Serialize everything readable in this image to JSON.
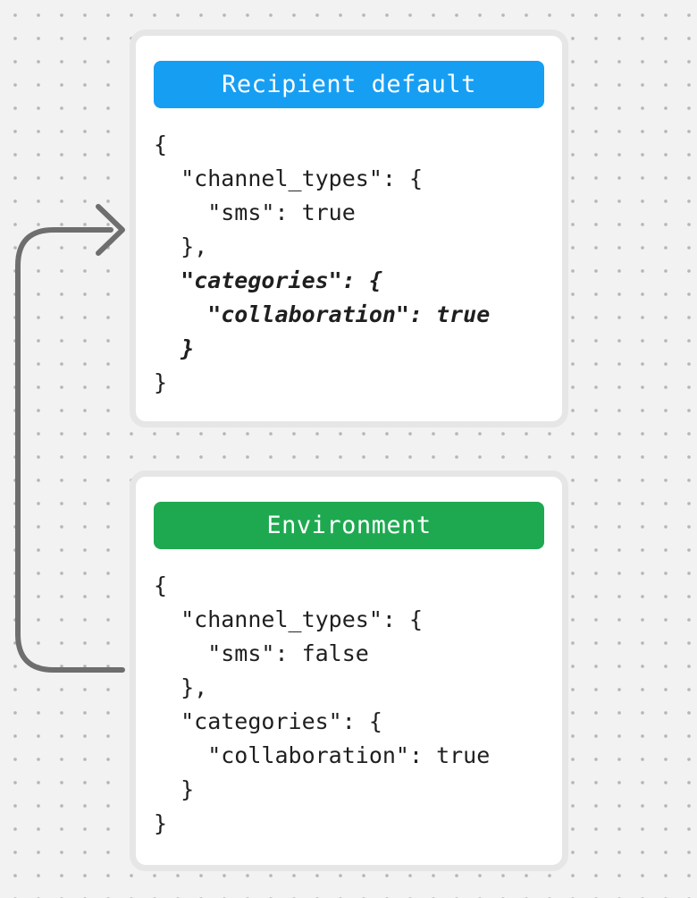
{
  "canvas": {
    "background_color": "#f2f2f2",
    "dot_color": "#b6b6b6"
  },
  "arrow": {
    "color": "#6e6e6e",
    "direction": "from-environment-card-to-recipient-default-card"
  },
  "cards": [
    {
      "title": "Recipient default",
      "title_bg": "#169ef3",
      "code_lines": [
        {
          "text": "{",
          "em": false
        },
        {
          "text": "  \"channel_types\": {",
          "em": false
        },
        {
          "text": "    \"sms\": true",
          "em": false
        },
        {
          "text": "  },",
          "em": false
        },
        {
          "text": "  \"categories\": {",
          "em": true
        },
        {
          "text": "    \"collaboration\": true",
          "em": true
        },
        {
          "text": "  }",
          "em": true
        },
        {
          "text": "}",
          "em": false
        }
      ]
    },
    {
      "title": "Environment",
      "title_bg": "#1ea950",
      "code_lines": [
        {
          "text": "{",
          "em": false
        },
        {
          "text": "  \"channel_types\": {",
          "em": false
        },
        {
          "text": "    \"sms\": false",
          "em": false
        },
        {
          "text": "  },",
          "em": false
        },
        {
          "text": "  \"categories\": {",
          "em": false
        },
        {
          "text": "    \"collaboration\": true",
          "em": false
        },
        {
          "text": "  }",
          "em": false
        },
        {
          "text": "}",
          "em": false
        }
      ]
    }
  ]
}
